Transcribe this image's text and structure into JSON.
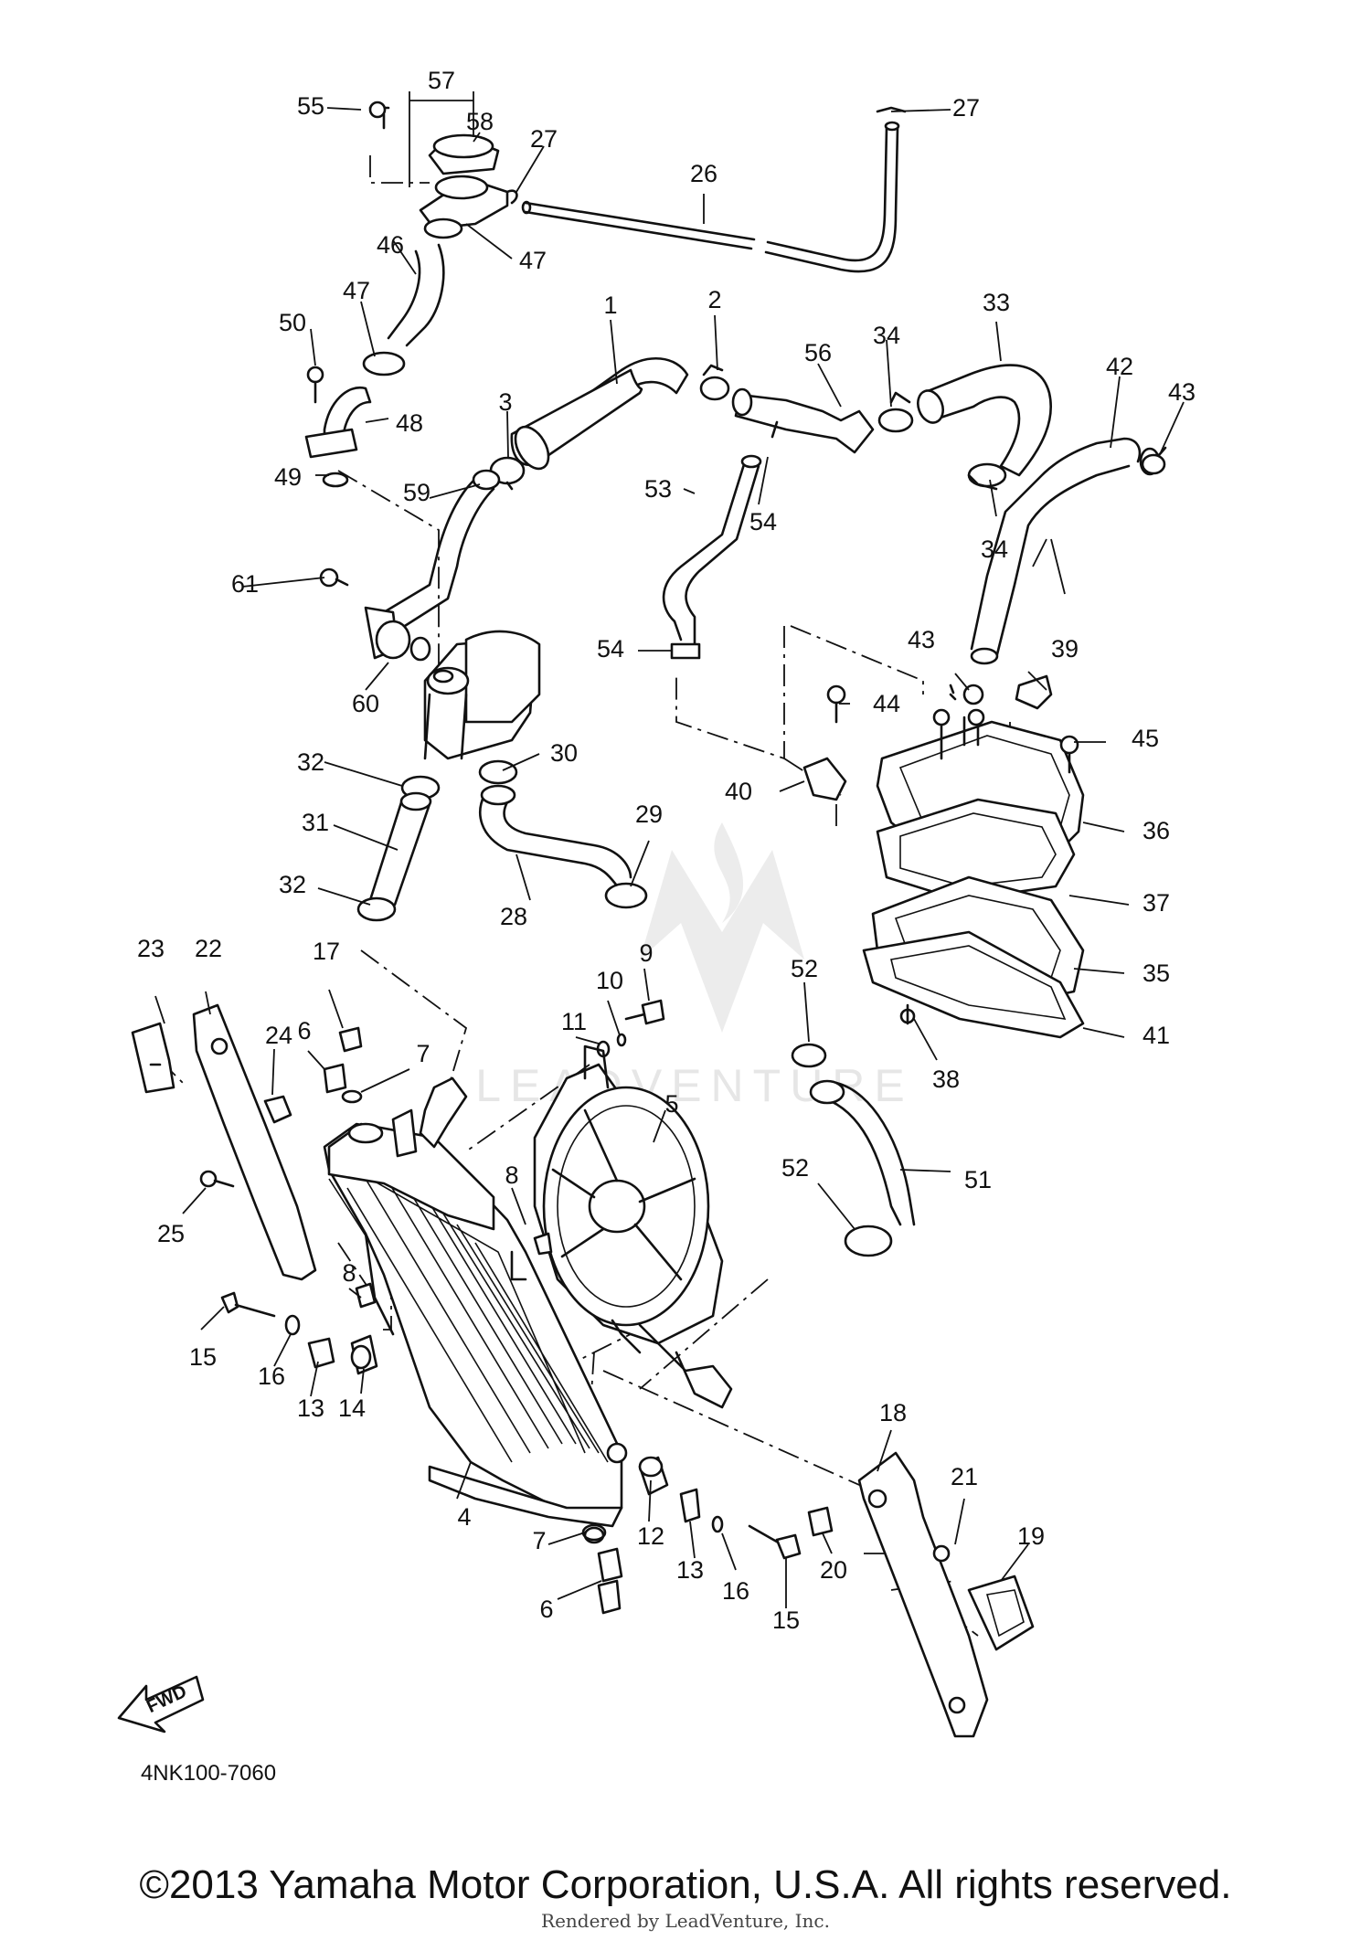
{
  "diagram": {
    "drawing_code": "4NK100-7060",
    "direction_label": "FWD",
    "watermark_text": "LEADVENTURE",
    "callouts": [
      "1",
      "2",
      "3",
      "4",
      "5",
      "6",
      "7",
      "8",
      "9",
      "10",
      "11",
      "12",
      "13",
      "14",
      "15",
      "16",
      "17",
      "18",
      "19",
      "20",
      "21",
      "22",
      "23",
      "24",
      "25",
      "26",
      "27",
      "28",
      "29",
      "30",
      "31",
      "32",
      "33",
      "34",
      "35",
      "36",
      "37",
      "38",
      "39",
      "40",
      "41",
      "42",
      "43",
      "44",
      "45",
      "46",
      "47",
      "48",
      "49",
      "50",
      "51",
      "52",
      "53",
      "54",
      "55",
      "56",
      "57",
      "58",
      "59",
      "60",
      "61"
    ]
  },
  "footer": {
    "copyright": "©2013 Yamaha Motor Corporation, U.S.A. All rights reserved.",
    "rendered_by": "Rendered by LeadVenture, Inc."
  }
}
